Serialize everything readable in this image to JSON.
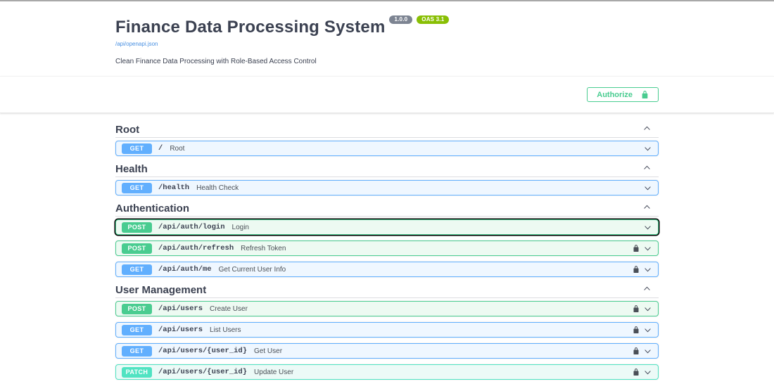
{
  "header": {
    "title": "Finance Data Processing System",
    "version_badge": "1.0.0",
    "oas_badge": "OAS 3.1",
    "spec_link": "/api/openapi.json",
    "description": "Clean Finance Data Processing with Role-Based Access Control",
    "authorize_label": "Authorize"
  },
  "colors": {
    "get": "#61affe",
    "post": "#49cc90",
    "patch": "#50e3c2",
    "authorize": "#49cc90",
    "version_pill": "#7d8492",
    "oas_pill": "#89bf04",
    "lock": "#4a4f57"
  },
  "sections": [
    {
      "name": "Root",
      "operations": [
        {
          "method": "GET",
          "path": "/",
          "summary": "Root",
          "locked": false,
          "focused": false
        }
      ]
    },
    {
      "name": "Health",
      "operations": [
        {
          "method": "GET",
          "path": "/health",
          "summary": "Health Check",
          "locked": false,
          "focused": false
        }
      ]
    },
    {
      "name": "Authentication",
      "operations": [
        {
          "method": "POST",
          "path": "/api/auth/login",
          "summary": "Login",
          "locked": false,
          "focused": true
        },
        {
          "method": "POST",
          "path": "/api/auth/refresh",
          "summary": "Refresh Token",
          "locked": true,
          "focused": false
        },
        {
          "method": "GET",
          "path": "/api/auth/me",
          "summary": "Get Current User Info",
          "locked": true,
          "focused": false
        }
      ]
    },
    {
      "name": "User Management",
      "operations": [
        {
          "method": "POST",
          "path": "/api/users",
          "summary": "Create User",
          "locked": true,
          "focused": false
        },
        {
          "method": "GET",
          "path": "/api/users",
          "summary": "List Users",
          "locked": true,
          "focused": false
        },
        {
          "method": "GET",
          "path": "/api/users/{user_id}",
          "summary": "Get User",
          "locked": true,
          "focused": false
        },
        {
          "method": "PATCH",
          "path": "/api/users/{user_id}",
          "summary": "Update User",
          "locked": true,
          "focused": false
        }
      ]
    }
  ]
}
